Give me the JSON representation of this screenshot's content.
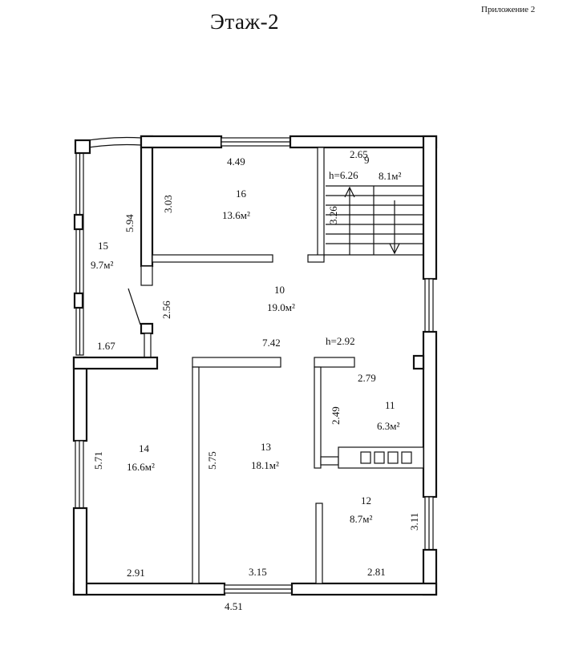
{
  "header": {
    "title": "Этаж-2",
    "appendix": "Приложение 2"
  },
  "rooms": [
    {
      "id": "room-9",
      "number": "9",
      "area": "8.1м²"
    },
    {
      "id": "room-10",
      "number": "10",
      "area": "19.0м²"
    },
    {
      "id": "room-11",
      "number": "11",
      "area": "6.3м²"
    },
    {
      "id": "room-12",
      "number": "12",
      "area": "8.7м²"
    },
    {
      "id": "room-13",
      "number": "13",
      "area": "18.1м²"
    },
    {
      "id": "room-14",
      "number": "14",
      "area": "16.6м²"
    },
    {
      "id": "room-15",
      "number": "15",
      "area": "9.7м²"
    },
    {
      "id": "room-16",
      "number": "16",
      "area": "13.6м²"
    }
  ],
  "heights": {
    "stair": "h=6.26",
    "hall": "h=2.92"
  },
  "dimensions": {
    "d_449": "4.49",
    "d_265": "2.65",
    "d_303": "3.03",
    "d_594": "5.94",
    "d_326": "3.26",
    "d_256": "2.56",
    "d_167": "1.67",
    "d_742": "7.42",
    "d_279": "2.79",
    "d_249": "2.49",
    "d_571": "5.71",
    "d_575": "5.75",
    "d_311": "3.11",
    "d_291": "2.91",
    "d_315": "3.15",
    "d_281": "2.81",
    "d_451": "4.51"
  }
}
